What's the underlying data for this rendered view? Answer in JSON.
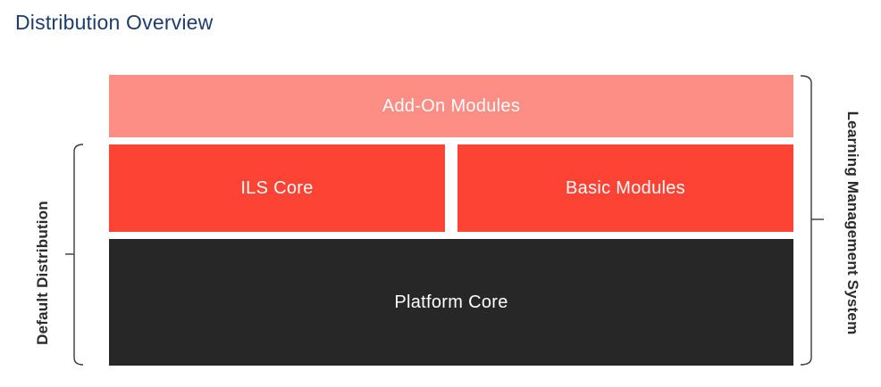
{
  "page": {
    "title": "Distribution Overview"
  },
  "diagram": {
    "blocks": {
      "addon": {
        "label": "Add-On Modules",
        "color": "#fd8e85"
      },
      "ils": {
        "label": "ILS Core",
        "color": "#fc4334"
      },
      "basic": {
        "label": "Basic Modules",
        "color": "#fc4334"
      },
      "platform": {
        "label": "Platform Core",
        "color": "#272727"
      }
    },
    "brackets": {
      "left_label": "Default Distribution",
      "right_label": "Learning Management System"
    },
    "colors": {
      "title_text": "#1f3c6d",
      "block_text": "#fdfdfd",
      "bracket_line": "#3a3a3a",
      "vertical_label_text": "#2b2b2b",
      "background": "#ffffff"
    }
  }
}
